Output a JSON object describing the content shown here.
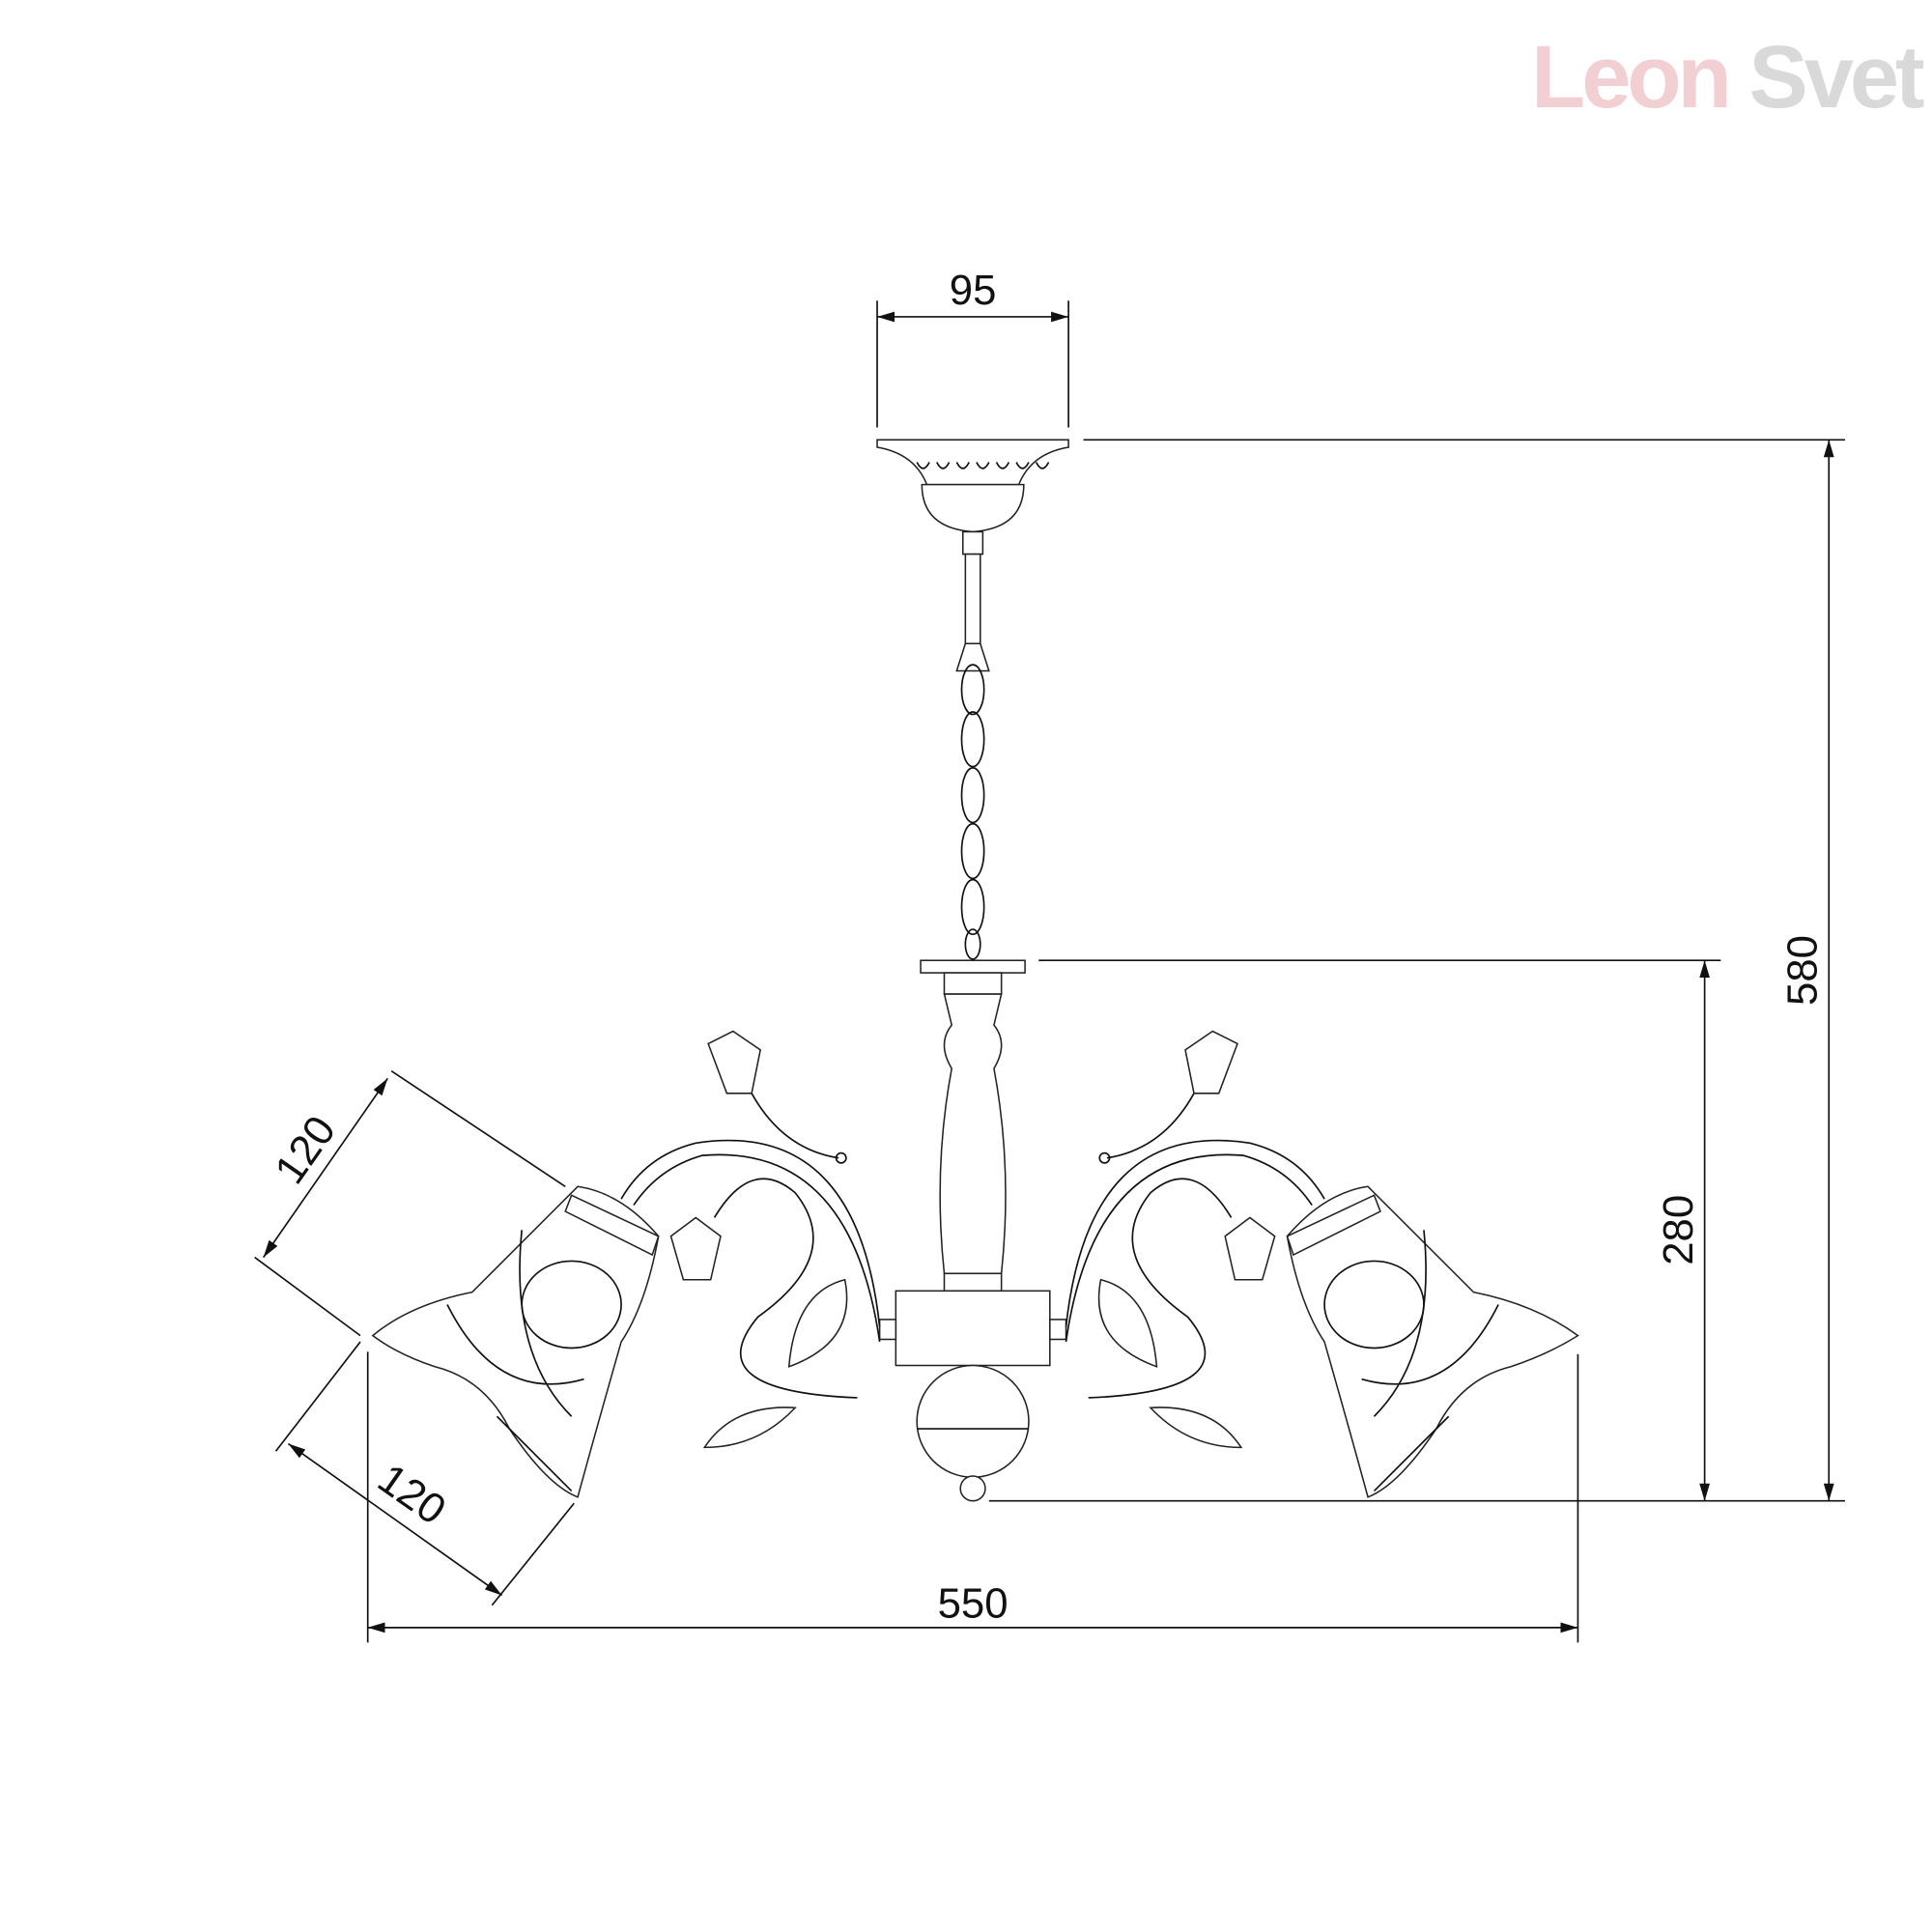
{
  "logo": {
    "part1": "Leon",
    "part2": "Svet"
  },
  "dimensions": {
    "canopy_width": "95",
    "total_height": "580",
    "body_height": "280",
    "total_width": "550",
    "shade_height": "120",
    "shade_width": "120"
  },
  "colors": {
    "line": "#111111",
    "logo_red": "#f2cfd2",
    "logo_grey": "#d9d9d9"
  }
}
